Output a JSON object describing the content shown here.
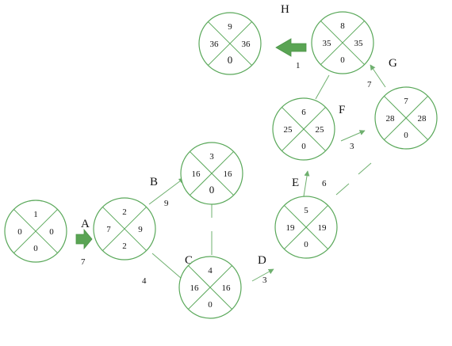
{
  "colors": {
    "node_stroke": "#5aa85a",
    "arrow": "#6fb06f",
    "arrow_fill": "#5aa454",
    "text": "#111111"
  },
  "nodes": [
    {
      "id": "n1",
      "top": "1",
      "left": "0",
      "right": "0",
      "bottom": "0"
    },
    {
      "id": "n2",
      "top": "2",
      "left": "7",
      "right": "9",
      "bottom": "2"
    },
    {
      "id": "n3",
      "top": "3",
      "left": "16",
      "right": "16",
      "bottom": "0"
    },
    {
      "id": "n4",
      "top": "4",
      "left": "16",
      "right": "16",
      "bottom": "0"
    },
    {
      "id": "n5",
      "top": "5",
      "left": "19",
      "right": "19",
      "bottom": "0"
    },
    {
      "id": "n6",
      "top": "6",
      "left": "25",
      "right": "25",
      "bottom": "0"
    },
    {
      "id": "n7",
      "top": "7",
      "left": "28",
      "right": "28",
      "bottom": "0"
    },
    {
      "id": "n8",
      "top": "8",
      "left": "35",
      "right": "35",
      "bottom": "0"
    },
    {
      "id": "n9",
      "top": "9",
      "left": "36",
      "right": "36",
      "bottom": "0"
    }
  ],
  "activities": [
    {
      "id": "A",
      "label": "A",
      "duration": "7"
    },
    {
      "id": "B",
      "label": "B",
      "duration": "9"
    },
    {
      "id": "C",
      "label": "C",
      "duration": "4"
    },
    {
      "id": "D",
      "label": "D",
      "duration": "3"
    },
    {
      "id": "E",
      "label": "E",
      "duration": "6"
    },
    {
      "id": "F",
      "label": "F",
      "duration": "3"
    },
    {
      "id": "G",
      "label": "G",
      "duration": "7"
    },
    {
      "id": "H",
      "label": "H",
      "duration": "1"
    }
  ]
}
